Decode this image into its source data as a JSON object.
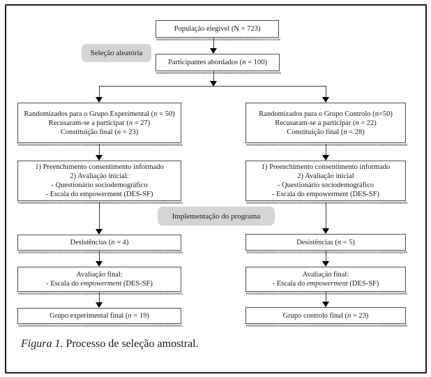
{
  "colors": {
    "frame_border": "#1c1c1c",
    "box_border": "#4d4d4d",
    "label_background": "#d4d4d4",
    "arrow": "#000000",
    "background": "#ffffff"
  },
  "labels": {
    "selection": "Seleção aleatória",
    "implementation": "Implementação do programa"
  },
  "caption": {
    "italic": "Figura 1.",
    "rest": " Processo de seleção amostral."
  },
  "boxes": {
    "eligible": {
      "lines": [
        [
          {
            "t": "População elegível (N = 723)"
          }
        ]
      ]
    },
    "approached": {
      "lines": [
        [
          {
            "t": "Participantes abordados ("
          },
          {
            "t": "n",
            "i": true
          },
          {
            "t": " = 100)"
          }
        ]
      ]
    },
    "rand_exp": {
      "lines": [
        [
          {
            "t": "Randomizados para o Grupo Experimental ("
          },
          {
            "t": "n",
            "i": true
          },
          {
            "t": " = 50)"
          }
        ],
        [
          {
            "t": "Recusaram-se a participar ("
          },
          {
            "t": "n",
            "i": true
          },
          {
            "t": " = 27)"
          }
        ],
        [
          {
            "t": "Constituição final ("
          },
          {
            "t": "n",
            "i": true
          },
          {
            "t": " = 23)"
          }
        ]
      ]
    },
    "rand_ctrl": {
      "lines": [
        [
          {
            "t": "Randomizados para o Grupo Controlo (n=50)"
          }
        ],
        [
          {
            "t": "Recusaram-se a participar ("
          },
          {
            "t": "n",
            "i": true
          },
          {
            "t": " = 22)"
          }
        ],
        [
          {
            "t": "Constituição final ("
          },
          {
            "t": "n",
            "i": true
          },
          {
            "t": " = 28)"
          }
        ]
      ]
    },
    "consent_exp": {
      "lines": [
        [
          {
            "t": "1) Preenchimento consentimento informado"
          }
        ],
        [
          {
            "t": "2) Avaliação inicial:"
          }
        ],
        [
          {
            "t": "- Questionário sociodemográfico"
          }
        ],
        [
          {
            "t": "- Escala do empowerment (DES-SF)"
          }
        ]
      ]
    },
    "consent_ctrl": {
      "lines": [
        [
          {
            "t": "1) Preenchimento consentimento informado"
          }
        ],
        [
          {
            "t": "2) Avaliação inicial"
          }
        ],
        [
          {
            "t": "- Questionário sociodemográfico"
          }
        ],
        [
          {
            "t": "- Escala do empowerment (DES-SF)"
          }
        ]
      ]
    },
    "drop_exp": {
      "lines": [
        [
          {
            "t": "Desistências ("
          },
          {
            "t": "n",
            "i": true
          },
          {
            "t": " = 4)"
          }
        ]
      ]
    },
    "drop_ctrl": {
      "lines": [
        [
          {
            "t": "Desistências ("
          },
          {
            "t": "n",
            "i": true
          },
          {
            "t": " = 5)"
          }
        ]
      ]
    },
    "feval_exp": {
      "lines": [
        [
          {
            "t": "Avaliação final:"
          }
        ],
        [
          {
            "t": "- Escala do "
          },
          {
            "t": "empowerment",
            "i": true
          },
          {
            "t": " (DES-SF)"
          }
        ]
      ]
    },
    "feval_ctrl": {
      "lines": [
        [
          {
            "t": "Avaliação final:"
          }
        ],
        [
          {
            "t": "- Escala do "
          },
          {
            "t": "empowerment",
            "i": true
          },
          {
            "t": " (DES-SF)"
          }
        ]
      ]
    },
    "final_exp": {
      "lines": [
        [
          {
            "t": "Grupo experimental final ("
          },
          {
            "t": "n",
            "i": true
          },
          {
            "t": " = 19)"
          }
        ]
      ]
    },
    "final_ctrl": {
      "lines": [
        [
          {
            "t": "Grupo controlo final ("
          },
          {
            "t": "n",
            "i": true
          },
          {
            "t": " = 23)"
          }
        ]
      ]
    }
  }
}
